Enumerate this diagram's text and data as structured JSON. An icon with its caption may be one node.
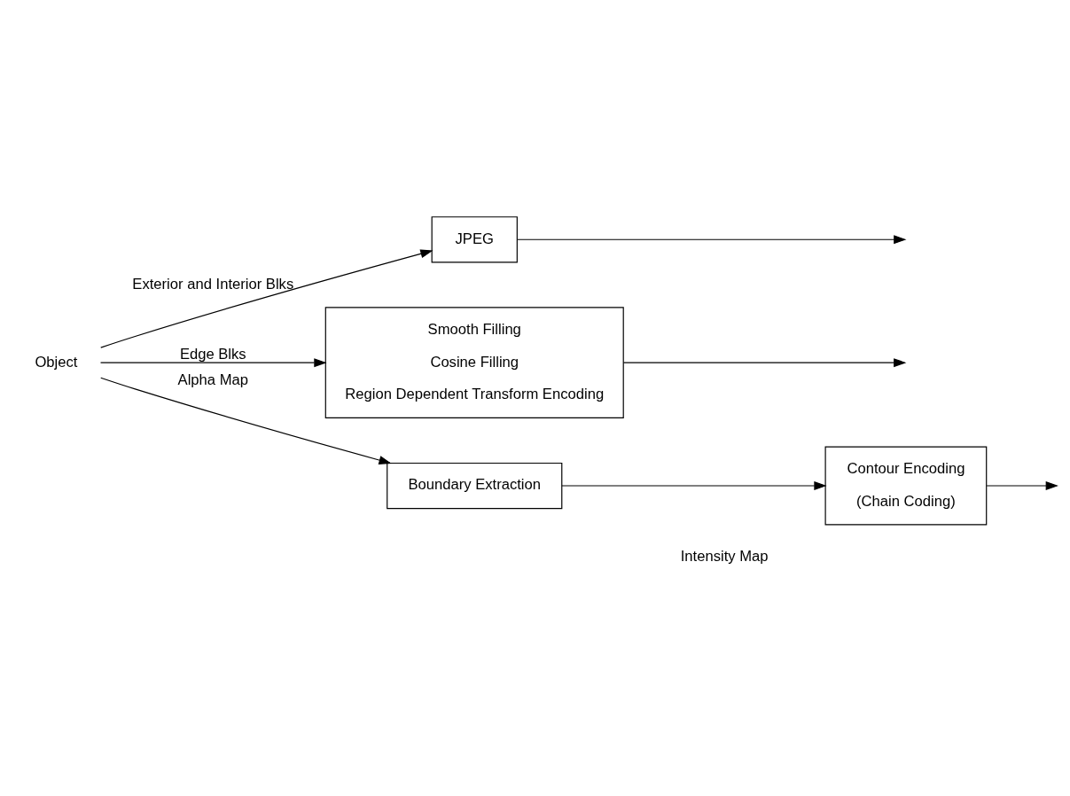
{
  "diagram": {
    "nodes": [
      {
        "text": [
          "Object"
        ]
      },
      {
        "text": [
          "JPEG"
        ]
      },
      {
        "text": [
          "Smooth Filling",
          "Cosine Filling",
          "Region Dependent Transform Encoding"
        ]
      },
      {
        "text": [
          "Boundary Extraction"
        ]
      },
      {
        "text": [
          "Contour Encoding",
          "(Chain Coding)"
        ]
      }
    ],
    "edges": [
      {
        "from": 0,
        "to": 1,
        "arrow": "to",
        "label": "Exterior and Interior Blks"
      },
      {
        "from": 0,
        "to": 2,
        "arrow": "to",
        "label": "Edge Blks"
      },
      {
        "from": 0,
        "to": 3,
        "arrow": "to",
        "label": "Alpha Map"
      },
      {
        "from": 3,
        "to": 4,
        "arrow": "to"
      },
      {
        "from": 1,
        "to": null,
        "arrow": "to"
      },
      {
        "from": 2,
        "to": null,
        "arrow": "to"
      },
      {
        "from": 4,
        "to": null,
        "arrow": "to"
      }
    ],
    "labels": [
      "Intensity Map"
    ]
  }
}
